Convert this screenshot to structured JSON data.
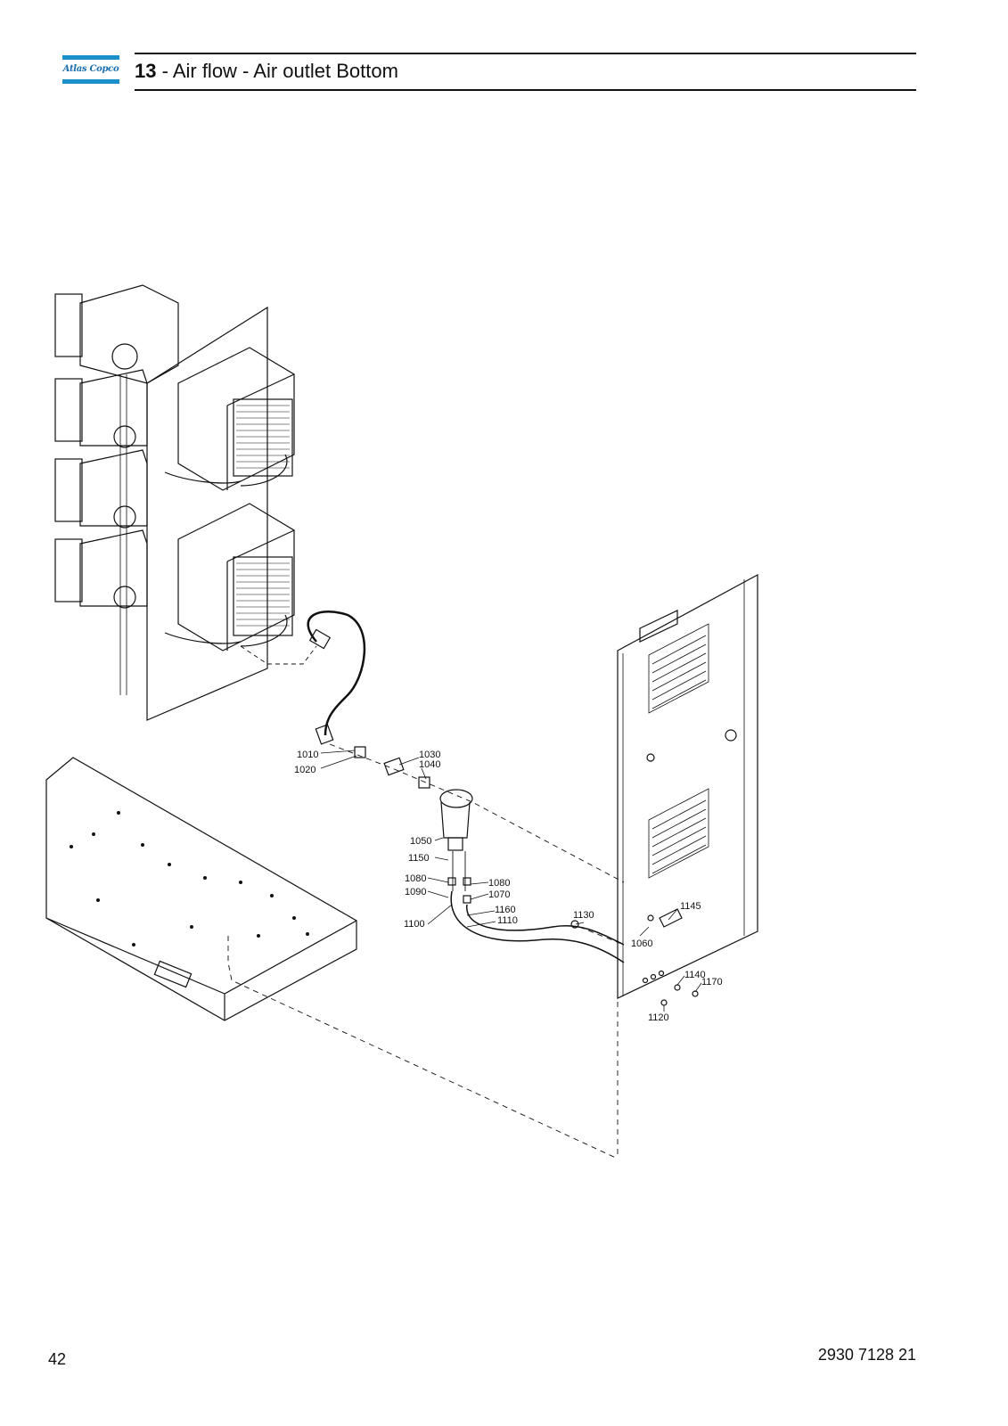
{
  "header": {
    "logo_text": "Atlas Copco",
    "section_number": "13",
    "section_title": " - Air flow - Air outlet Bottom"
  },
  "callouts": [
    {
      "id": "c1010",
      "text": "1010"
    },
    {
      "id": "c1020",
      "text": "1020"
    },
    {
      "id": "c1030",
      "text": "1030"
    },
    {
      "id": "c1040",
      "text": "1040"
    },
    {
      "id": "c1050",
      "text": "1050"
    },
    {
      "id": "c1150",
      "text": "1150"
    },
    {
      "id": "c1080a",
      "text": "1080"
    },
    {
      "id": "c1090",
      "text": "1090"
    },
    {
      "id": "c1100",
      "text": "1100"
    },
    {
      "id": "c1080b",
      "text": "1080"
    },
    {
      "id": "c1070",
      "text": "1070"
    },
    {
      "id": "c1160",
      "text": "1160"
    },
    {
      "id": "c1110",
      "text": "1110"
    },
    {
      "id": "c1130",
      "text": "1130"
    },
    {
      "id": "c1145",
      "text": "1145"
    },
    {
      "id": "c1060",
      "text": "1060"
    },
    {
      "id": "c1140",
      "text": "1140"
    },
    {
      "id": "c1170",
      "text": "1170"
    },
    {
      "id": "c1120",
      "text": "1120"
    }
  ],
  "footer": {
    "page_number": "42",
    "document_number": "2930 7128 21"
  }
}
